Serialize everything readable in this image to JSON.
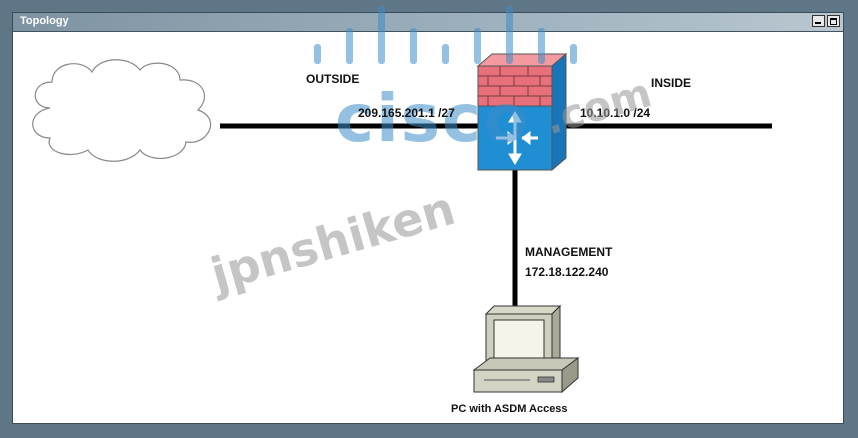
{
  "window": {
    "title": "Topology"
  },
  "topology": {
    "outside_label": "OUTSIDE",
    "outside_ip": "209.165.201.1 /27",
    "inside_label": "INSIDE",
    "inside_ip": "10.10.1.0 /24",
    "management_label": "MANAGEMENT",
    "management_ip": "172.18.122.240",
    "pc_label": "PC with ASDM Access"
  },
  "watermarks": {
    "brand": "cisco",
    "site_name": "jpnshiken",
    "site_suffix": ".com"
  },
  "icons": [
    "cloud-icon",
    "firewall-icon",
    "pc-icon"
  ],
  "colors": {
    "firewall_brick": "#e8707a",
    "firewall_body": "#1f8ed3",
    "link": "#000000",
    "window_bg": "#ffffff",
    "desktop": "#5f7686"
  }
}
